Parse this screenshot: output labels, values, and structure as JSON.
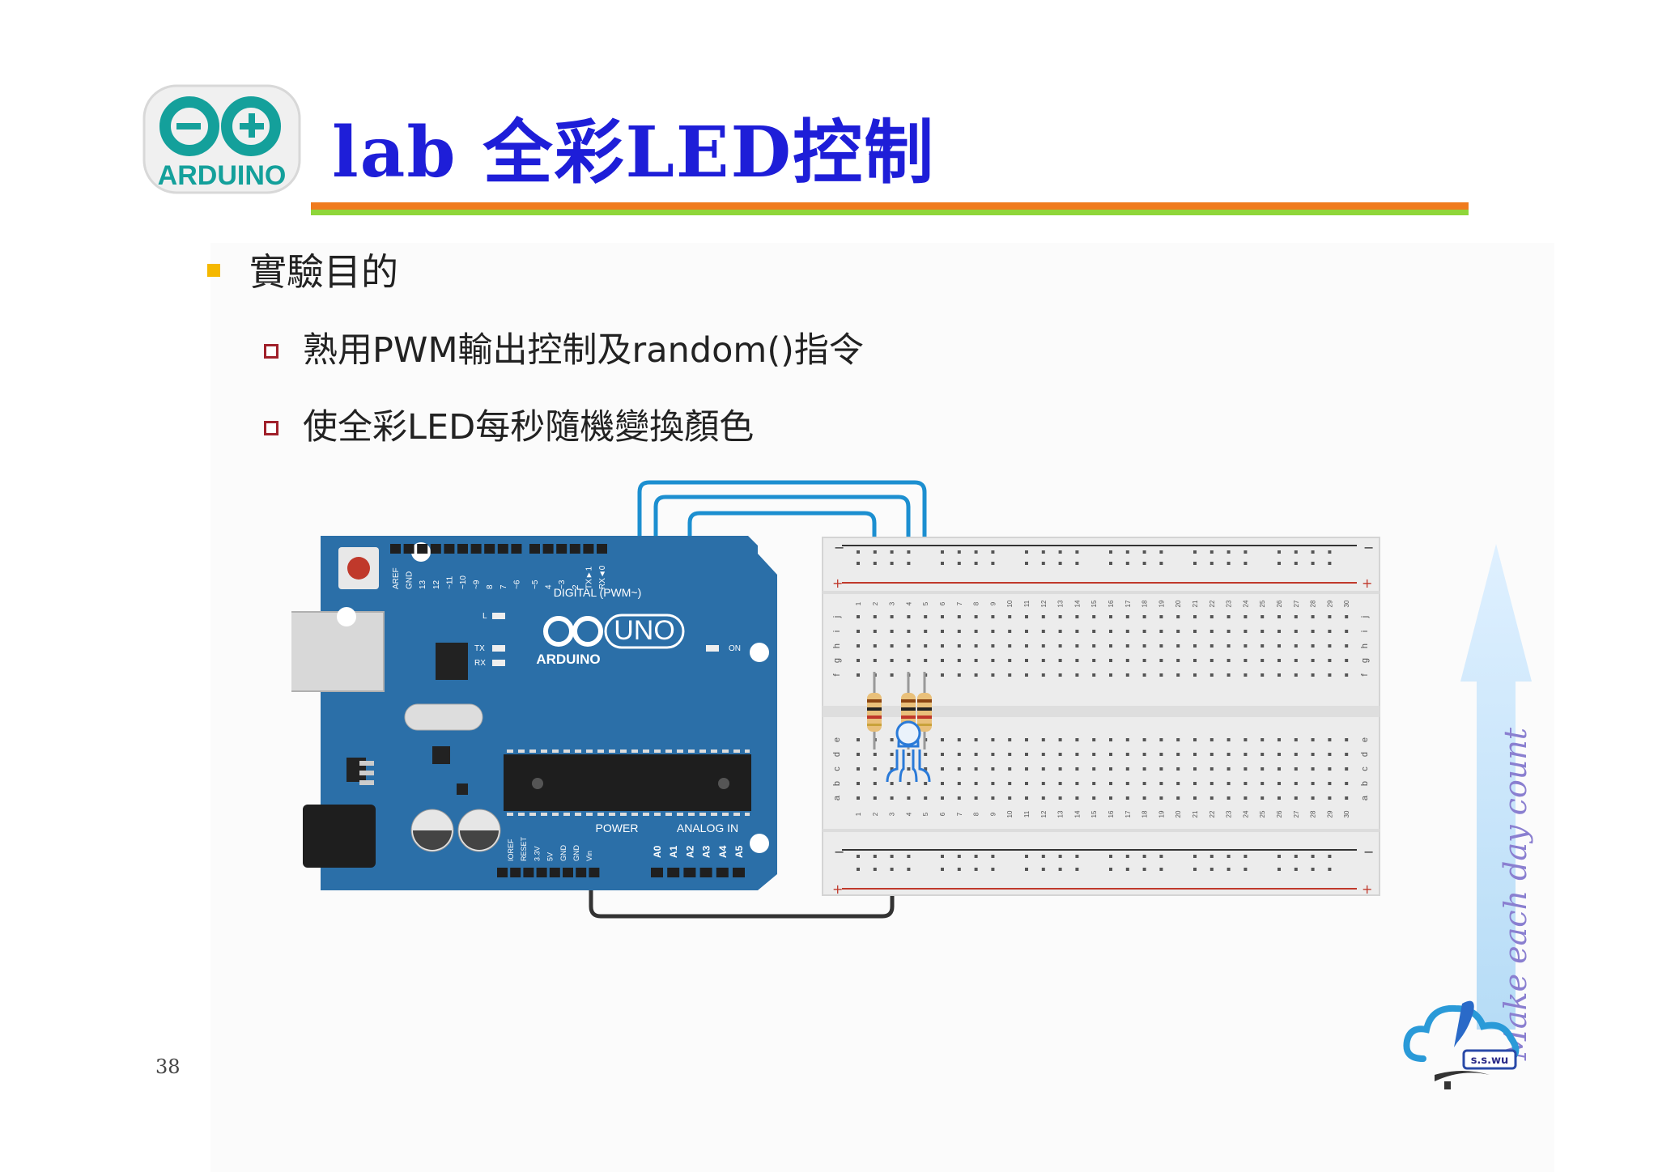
{
  "slide": {
    "logo": {
      "text": "ARDUINO",
      "color": "#14a09b"
    },
    "title": "lab 全彩LED控制",
    "title_page": "1/2",
    "heading": "實驗目的",
    "bullets": [
      {
        "text": "熟用PWM輸出控制及random()指令"
      },
      {
        "text": "使全彩LED每秒隨機變換顏色"
      }
    ],
    "page_number": "38",
    "motto": "Make each day count",
    "brand": "s.s.wu",
    "colors": {
      "title": "#1e1ed8",
      "accent_orange": "#f07b1e",
      "accent_green": "#8fd63a",
      "bullet": "#f5b800",
      "sub_bullet": "#a0202a"
    }
  },
  "board": {
    "digital_header": "DIGITAL (PWM~)",
    "digital_pins": [
      "AREF",
      "GND",
      "13",
      "12",
      "~11",
      "~10",
      "~9",
      "8",
      "7",
      "~6",
      "~5",
      "4",
      "~3",
      "2",
      "TX►1",
      "RX◄0"
    ],
    "brand": "ARDUINO",
    "model": "UNO",
    "led_l": "L",
    "led_tx": "TX",
    "led_rx": "RX",
    "led_on": "ON",
    "power_header": "POWER",
    "power_pins": [
      "IOREF",
      "RESET",
      "3.3V",
      "5V",
      "GND",
      "GND",
      "Vin"
    ],
    "analog_header": "ANALOG IN",
    "analog_pins": [
      "A0",
      "A1",
      "A2",
      "A3",
      "A4",
      "A5"
    ]
  },
  "breadboard": {
    "rows_top": [
      "j",
      "i",
      "h",
      "g",
      "f"
    ],
    "rows_bottom": [
      "e",
      "d",
      "c",
      "b",
      "a"
    ],
    "columns": [
      "1",
      "2",
      "3",
      "4",
      "5",
      "6",
      "7",
      "8",
      "9",
      "10",
      "11",
      "12",
      "13",
      "14",
      "15",
      "16",
      "17",
      "18",
      "19",
      "20",
      "21",
      "22",
      "23",
      "24",
      "25",
      "26",
      "27",
      "28",
      "29",
      "30"
    ],
    "rail_minus": "−",
    "rail_plus": "+"
  }
}
